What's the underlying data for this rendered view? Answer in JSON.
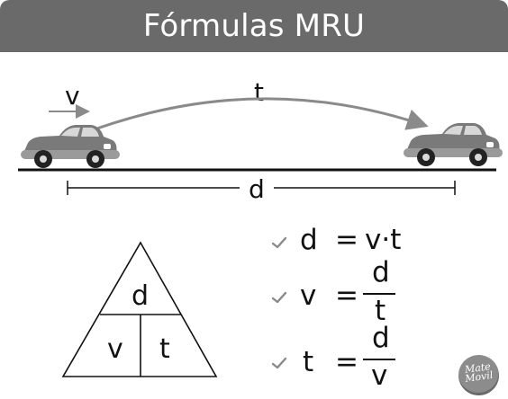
{
  "page": {
    "title": "Fórmulas MRU"
  },
  "motion": {
    "velocity_label": "v",
    "time_label": "t",
    "distance_label": "d"
  },
  "triangle": {
    "top": "d",
    "bottom_left": "v",
    "bottom_right": "t"
  },
  "formulas": [
    {
      "lhs": "d",
      "equals": "=",
      "rhs": "v·t"
    },
    {
      "lhs": "v",
      "equals": "=",
      "numerator": "d",
      "denominator": "t"
    },
    {
      "lhs": "t",
      "equals": "=",
      "numerator": "d",
      "denominator": "v"
    }
  ],
  "logo": {
    "line1": "Mate",
    "line2": "Movil"
  },
  "colors": {
    "header": "#6a6a6a",
    "car_body": "#7a7a7a",
    "car_dark": "#3b3b3b",
    "arrow": "#8a8a8a",
    "line": "#111111"
  },
  "icons": {
    "car": "car-icon",
    "check": "check-icon",
    "velocity_arrow": "arrow-right-icon"
  }
}
